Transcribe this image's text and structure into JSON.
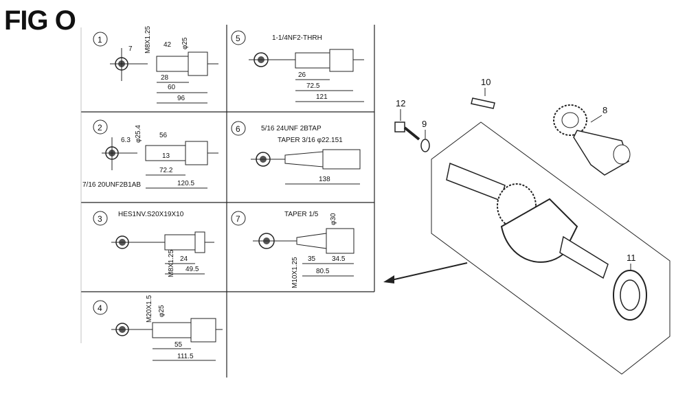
{
  "figure": {
    "title": "FIG O"
  },
  "panels": [
    {
      "number": "1",
      "labels": [
        "7",
        "M8X1.25",
        "42",
        "φ25",
        "28",
        "60",
        "96"
      ]
    },
    {
      "number": "2",
      "labels": [
        "6.3",
        "φ25.4",
        "56",
        "13",
        "72.2",
        "120.5"
      ],
      "note": "7/16 20UNF2B1AB"
    },
    {
      "number": "3",
      "labels": [
        "M8X1.25",
        "24",
        "49.5"
      ],
      "note": "HES1NV.S20X19X10"
    },
    {
      "number": "4",
      "labels": [
        "M20X1.5",
        "φ25",
        "55",
        "111.5"
      ]
    },
    {
      "number": "5",
      "labels": [
        "26",
        "72.5",
        "121"
      ],
      "note": "1-1/4NF2-THRH"
    },
    {
      "number": "6",
      "labels": [
        "138"
      ],
      "note": "5/16 24UNF 2BTAP",
      "note2": "TAPER 3/16 φ22.151"
    },
    {
      "number": "7",
      "labels": [
        "φ30",
        "M10X1.25",
        "35",
        "34.5",
        "80.5"
      ],
      "note": "TAPER 1/5"
    }
  ],
  "parts": [
    "12",
    "10",
    "9",
    "8",
    "11"
  ]
}
